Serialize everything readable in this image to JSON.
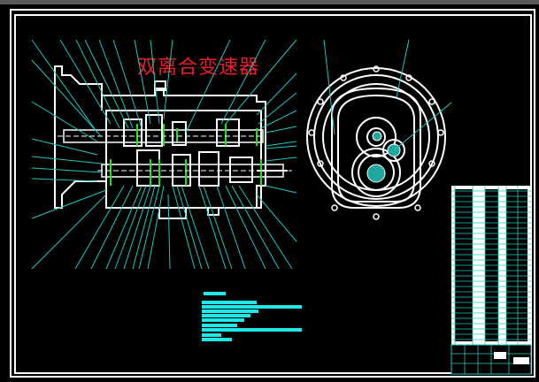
{
  "drawing": {
    "title": "双离合变速器",
    "title_color": "#e8202a",
    "background": "#000000",
    "line_color": "#ffffff",
    "leader_color": "#1fc8c0",
    "highlight_color": "#22e022",
    "views": [
      {
        "name": "section-view",
        "description": "longitudinal section of gearbox with shafts and gears"
      },
      {
        "name": "end-view",
        "description": "end view showing housing flange, bolt circle and gear meshing"
      }
    ],
    "technical_requirements_lines": 10,
    "balloon_count_top": 14,
    "balloon_count_bottom": 22,
    "balloon_count_right": 11
  },
  "title_block": {
    "parts_list_rows": 30
  }
}
